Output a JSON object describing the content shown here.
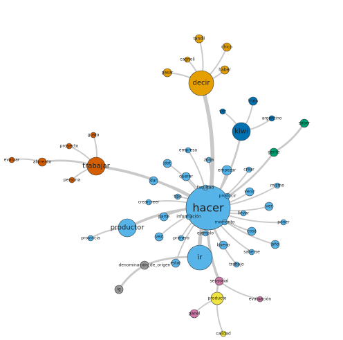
{
  "colors": {
    "blue": "#56b4e9",
    "orange": "#e69f00",
    "vermilion": "#d55e00",
    "darkblue": "#0072b2",
    "green": "#009e73",
    "gray": "#999999",
    "pink": "#cc79a7",
    "yellow": "#f0e442"
  },
  "nodes": [
    {
      "id": "hacer",
      "label": "hacer",
      "group": "blue",
      "weight": 10
    },
    {
      "id": "decir",
      "label": "decir",
      "group": "orange",
      "weight": 6
    },
    {
      "id": "trabajar",
      "label": "trabajar",
      "group": "vermilion",
      "weight": 5
    },
    {
      "id": "kiwi",
      "label": "kiwi",
      "group": "darkblue",
      "weight": 5
    },
    {
      "id": "productor",
      "label": "productor",
      "group": "blue",
      "weight": 5
    },
    {
      "id": "ir",
      "label": "ir",
      "group": "blue",
      "weight": 6
    },
    {
      "id": "producto",
      "label": "producto",
      "group": "yellow",
      "weight": 4
    },
    {
      "id": "tandil",
      "label": "tandil",
      "group": "orange",
      "weight": 2
    },
    {
      "id": "chico",
      "label": "chico",
      "group": "orange",
      "weight": 2
    },
    {
      "id": "cagnoli",
      "label": "cagnoli",
      "group": "orange",
      "weight": 1
    },
    {
      "id": "haber",
      "label": "haber",
      "group": "orange",
      "weight": 2
    },
    {
      "id": "pasar",
      "label": "pasar",
      "group": "orange",
      "weight": 2
    },
    {
      "id": "fruta",
      "label": "fruta",
      "group": "darkblue",
      "weight": 2
    },
    {
      "id": "ver_dk",
      "label": "ver",
      "group": "darkblue",
      "weight": 1
    },
    {
      "id": "argentino",
      "label": "argentino",
      "group": "darkblue",
      "weight": 1
    },
    {
      "id": "saber",
      "label": "saber",
      "group": "green",
      "weight": 2
    },
    {
      "id": "gente",
      "label": "gente",
      "group": "green",
      "weight": 2
    },
    {
      "id": "gusta",
      "label": "gusta",
      "group": "vermilion",
      "weight": 1
    },
    {
      "id": "proyecto",
      "label": "proyecto",
      "group": "vermilion",
      "weight": 1
    },
    {
      "id": "evaluar",
      "label": "evaluar",
      "group": "vermilion",
      "weight": 1
    },
    {
      "id": "alimento",
      "label": "alimento",
      "group": "vermilion",
      "weight": 2
    },
    {
      "id": "persona",
      "label": "persona",
      "group": "vermilion",
      "weight": 1
    },
    {
      "id": "empresa",
      "label": "empresa",
      "group": "blue",
      "weight": 1
    },
    {
      "id": "zona",
      "label": "zona",
      "group": "blue",
      "weight": 1
    },
    {
      "id": "dot",
      "label": "dot",
      "group": "blue",
      "weight": 2
    },
    {
      "id": "empezar",
      "label": "empezar",
      "group": "blue",
      "weight": 3
    },
    {
      "id": "crear",
      "label": "crear",
      "group": "blue",
      "weight": 1
    },
    {
      "id": "querer",
      "label": "querer",
      "group": "blue",
      "weight": 2
    },
    {
      "id": "dar",
      "label": "dar",
      "group": "blue",
      "weight": 2
    },
    {
      "id": "facultad",
      "label": "facultad",
      "group": "blue",
      "weight": 1
    },
    {
      "id": "venir",
      "label": "venir",
      "group": "blue",
      "weight": 2
    },
    {
      "id": "mismo",
      "label": "mismo",
      "group": "blue",
      "weight": 1
    },
    {
      "id": "crearcreer",
      "label": "crearcreer",
      "group": "blue",
      "weight": 1
    },
    {
      "id": "tipo",
      "label": "tipo",
      "group": "blue",
      "weight": 1
    },
    {
      "id": "producir",
      "label": "producir",
      "group": "blue",
      "weight": 1
    },
    {
      "id": "ver",
      "label": "ver",
      "group": "blue",
      "weight": 2
    },
    {
      "id": "llevar",
      "label": "llevar",
      "group": "blue",
      "weight": 1
    },
    {
      "id": "poner",
      "label": "poner",
      "group": "blue",
      "weight": 1
    },
    {
      "id": "parte",
      "label": "parte",
      "group": "blue",
      "weight": 2
    },
    {
      "id": "informacion",
      "label": "información",
      "group": "blue",
      "weight": 1
    },
    {
      "id": "momento",
      "label": "momento",
      "group": "blue",
      "weight": 1
    },
    {
      "id": "cosa",
      "label": "cosa",
      "group": "blue",
      "weight": 2
    },
    {
      "id": "provincia",
      "label": "provincia",
      "group": "blue",
      "weight": 1
    },
    {
      "id": "vez",
      "label": "vez",
      "group": "blue",
      "weight": 2
    },
    {
      "id": "primero",
      "label": "primero",
      "group": "blue",
      "weight": 1
    },
    {
      "id": "ejemplo",
      "label": "ejemplo",
      "group": "blue",
      "weight": 1
    },
    {
      "id": "bueno",
      "label": "bueno",
      "group": "blue",
      "weight": 2
    },
    {
      "id": "ano",
      "label": "año",
      "group": "blue",
      "weight": 2
    },
    {
      "id": "saberse",
      "label": "saberse",
      "group": "blue",
      "weight": 1
    },
    {
      "id": "trabajo",
      "label": "trabajo",
      "group": "blue",
      "weight": 1
    },
    {
      "id": "estar",
      "label": "estar",
      "group": "blue",
      "weight": 2
    },
    {
      "id": "denominacion",
      "label": "denominación_de_origen",
      "group": "gray",
      "weight": 2
    },
    {
      "id": "ig",
      "label": "ig",
      "group": "gray",
      "weight": 2
    },
    {
      "id": "sensorial",
      "label": "sensorial",
      "group": "pink",
      "weight": 2
    },
    {
      "id": "evaluacion",
      "label": "evaluación",
      "group": "pink",
      "weight": 1
    },
    {
      "id": "panel",
      "label": "panel",
      "group": "pink",
      "weight": 2
    },
    {
      "id": "calidad",
      "label": "calidad",
      "group": "yellow",
      "weight": 1
    }
  ],
  "edges": [
    [
      "hacer",
      "decir",
      5
    ],
    [
      "hacer",
      "ir",
      5
    ],
    [
      "hacer",
      "productor",
      3
    ],
    [
      "hacer",
      "trabajar",
      3
    ],
    [
      "hacer",
      "kiwi",
      2
    ],
    [
      "hacer",
      "empresa",
      1
    ],
    [
      "hacer",
      "zona",
      1
    ],
    [
      "hacer",
      "dot",
      1
    ],
    [
      "hacer",
      "empezar",
      2
    ],
    [
      "hacer",
      "crear",
      1
    ],
    [
      "hacer",
      "querer",
      1
    ],
    [
      "hacer",
      "dar",
      1
    ],
    [
      "hacer",
      "facultad",
      1
    ],
    [
      "hacer",
      "venir",
      1
    ],
    [
      "hacer",
      "mismo",
      1
    ],
    [
      "hacer",
      "crearcreer",
      1
    ],
    [
      "hacer",
      "tipo",
      1
    ],
    [
      "hacer",
      "producir",
      1
    ],
    [
      "hacer",
      "ver",
      1
    ],
    [
      "hacer",
      "llevar",
      1
    ],
    [
      "hacer",
      "poner",
      1
    ],
    [
      "hacer",
      "parte",
      1
    ],
    [
      "hacer",
      "informacion",
      1
    ],
    [
      "hacer",
      "momento",
      1
    ],
    [
      "hacer",
      "cosa",
      1
    ],
    [
      "hacer",
      "vez",
      1
    ],
    [
      "hacer",
      "primero",
      1
    ],
    [
      "hacer",
      "ejemplo",
      1
    ],
    [
      "hacer",
      "bueno",
      2
    ],
    [
      "hacer",
      "ano",
      1
    ],
    [
      "hacer",
      "saberse",
      1
    ],
    [
      "hacer",
      "trabajo",
      1
    ],
    [
      "hacer",
      "estar",
      1
    ],
    [
      "hacer",
      "gente",
      2
    ],
    [
      "hacer",
      "sensorial",
      3
    ],
    [
      "decir",
      "tandil",
      1
    ],
    [
      "decir",
      "chico",
      1
    ],
    [
      "decir",
      "cagnoli",
      1
    ],
    [
      "decir",
      "haber",
      1
    ],
    [
      "decir",
      "pasar",
      1
    ],
    [
      "kiwi",
      "fruta",
      1
    ],
    [
      "kiwi",
      "ver_dk",
      1
    ],
    [
      "kiwi",
      "argentino",
      1
    ],
    [
      "gente",
      "saber",
      2
    ],
    [
      "trabajar",
      "gusta",
      1
    ],
    [
      "trabajar",
      "proyecto",
      1
    ],
    [
      "trabajar",
      "alimento",
      2
    ],
    [
      "trabajar",
      "persona",
      1
    ],
    [
      "alimento",
      "evaluar",
      1
    ],
    [
      "productor",
      "provincia",
      1
    ],
    [
      "ir",
      "denominacion",
      2
    ],
    [
      "denominacion",
      "ig",
      2
    ],
    [
      "sensorial",
      "producto",
      2
    ],
    [
      "sensorial",
      "evaluacion",
      1
    ],
    [
      "producto",
      "panel",
      1
    ],
    [
      "producto",
      "calidad",
      1
    ]
  ]
}
